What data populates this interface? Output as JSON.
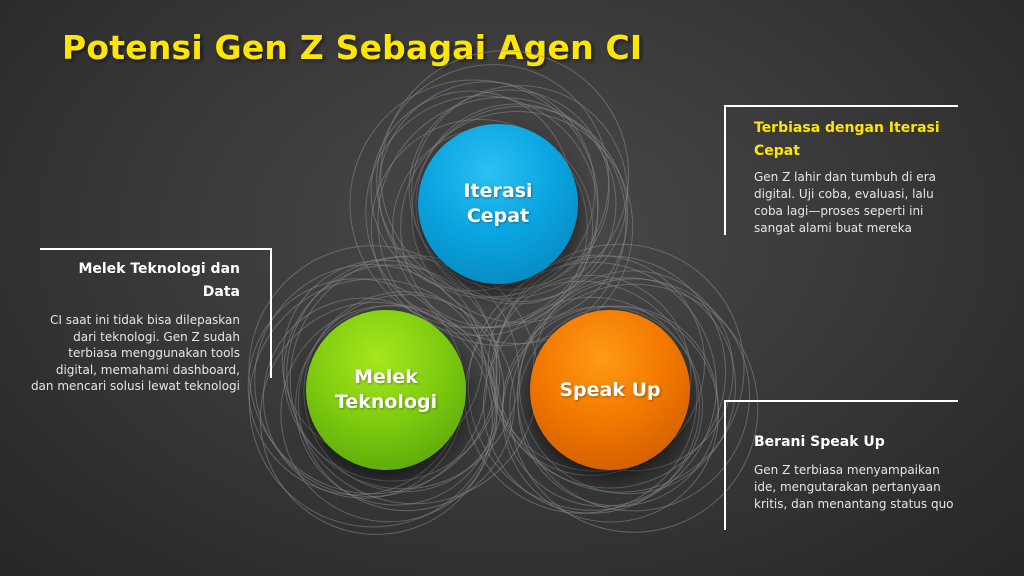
{
  "slide": {
    "title": "Potensi Gen Z Sebagai Agen CI"
  },
  "circles": [
    {
      "label": "Iterasi Cepat",
      "color": "#0aa4e0"
    },
    {
      "label": "Melek Teknologi",
      "color": "#7fcc10"
    },
    {
      "label": "Speak Up",
      "color": "#f27800"
    }
  ],
  "panels": {
    "left": {
      "heading": "Melek Teknologi dan Data",
      "text": "CI saat ini tidak bisa dilepaskan dari teknologi. Gen Z sudah terbiasa menggunakan tools digital, memahami dashboard, dan mencari solusi lewat teknologi"
    },
    "top_right": {
      "heading": "Terbiasa dengan Iterasi Cepat",
      "text": "Gen Z lahir dan tumbuh di era digital. Uji coba, evaluasi, lalu coba lagi—proses seperti ini sangat alami buat mereka"
    },
    "bottom_right": {
      "heading": "Berani Speak Up",
      "text": "Gen Z terbiasa menyampaikan ide, mengutarakan pertanyaan kritis, dan menantang status quo"
    }
  },
  "colors": {
    "title": "#ffe600",
    "accent_heading": "#ffe600",
    "background": "#3a3a3a"
  }
}
